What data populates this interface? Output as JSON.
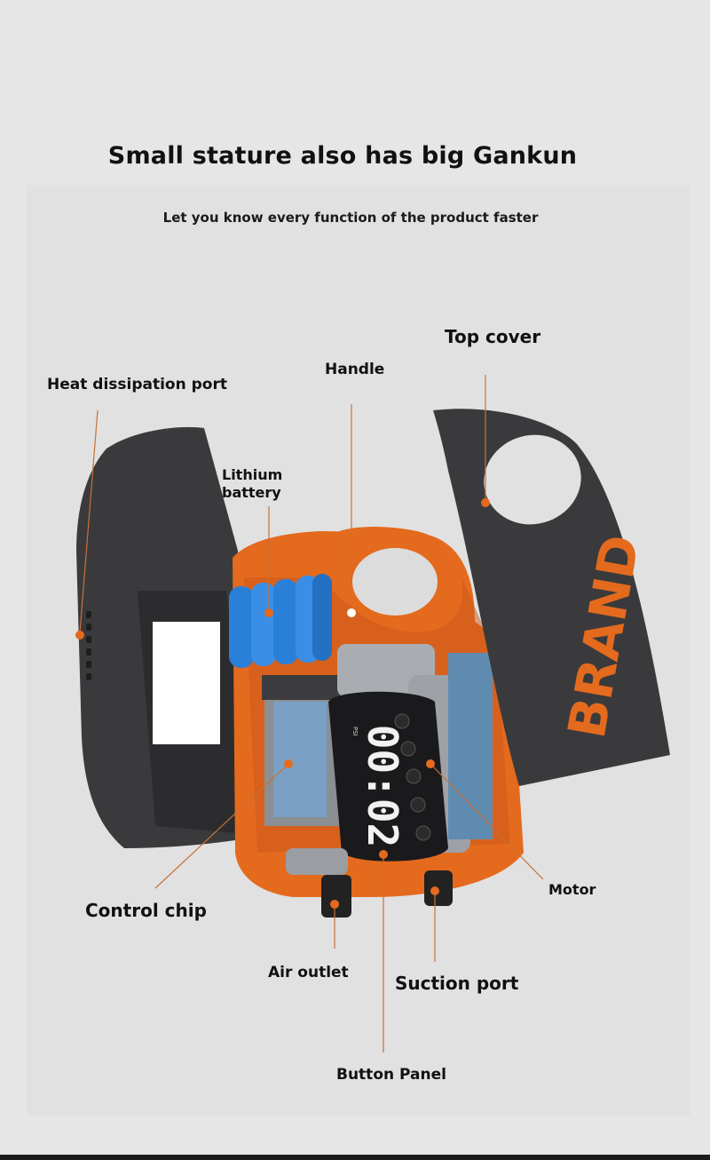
{
  "header": {
    "title": "Small stature also has big Gankun",
    "subtitle": "Let you know every function of the product faster"
  },
  "labels": {
    "top_cover": "Top cover",
    "handle": "Handle",
    "heat_port": "Heat dissipation port",
    "lithium_line1": "Lithium",
    "lithium_line2": "battery",
    "motor": "Motor",
    "control_chip": "Control chip",
    "air_outlet": "Air outlet",
    "suction_port": "Suction port",
    "button_panel": "Button Panel"
  },
  "product": {
    "brand": "BRAND",
    "display_value": "00:02",
    "display_unit": "PSI"
  },
  "colors": {
    "accent": "#e46a1e",
    "shell": "#3a3a3c",
    "background": "#e3e3e3",
    "battery": "#2a7fd8"
  }
}
